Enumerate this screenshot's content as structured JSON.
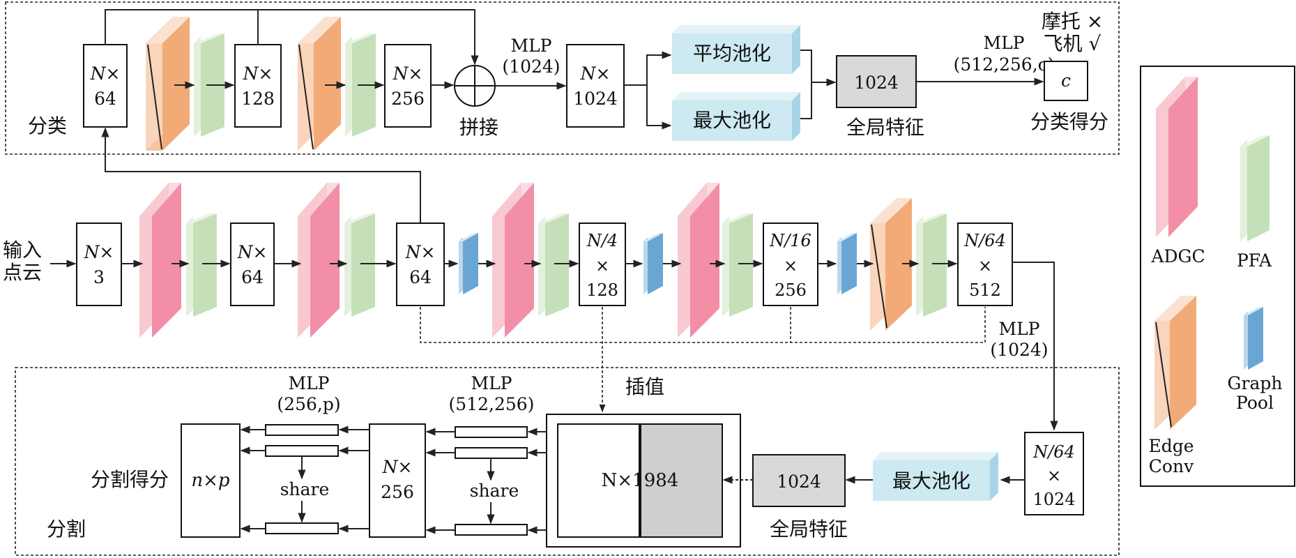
{
  "classification": {
    "section_label": "分类",
    "blocks": {
      "b1": [
        "N×",
        "64"
      ],
      "b2": [
        "N×",
        "128"
      ],
      "b3": [
        "N×",
        "256"
      ],
      "b4": [
        "N×",
        "1024"
      ],
      "c": "c"
    },
    "concat_label": "拼接",
    "mlp1": [
      "MLP",
      "(1024)"
    ],
    "mlp2": [
      "MLP",
      "(512,256,c)"
    ],
    "avg_pool": "平均池化",
    "max_pool": "最大池化",
    "global_value": "1024",
    "global_label": "全局特征",
    "score_label": "分类得分",
    "examples": [
      "摩托 ×",
      "飞机 √"
    ]
  },
  "backbone": {
    "input_label": [
      "输入",
      "点云"
    ],
    "blocks": {
      "n3": [
        "N×",
        "3"
      ],
      "n64a": [
        "N×",
        "64"
      ],
      "n64b": [
        "N×",
        "64"
      ],
      "n4": [
        "N/4",
        "×",
        "128"
      ],
      "n16": [
        "N/16",
        "×",
        "256"
      ],
      "n64c": [
        "N/64",
        "×",
        "512"
      ]
    },
    "mlp": [
      "MLP",
      "(1024)"
    ]
  },
  "segmentation": {
    "section_label": "分割",
    "interp_label": "插值",
    "mlp_a": [
      "MLP",
      "(512,256)"
    ],
    "mlp_b": [
      "MLP",
      "(256,p)"
    ],
    "share_label": "share",
    "concat_text": "N×1984",
    "mid_block": [
      "N×",
      "256"
    ],
    "out_block": "n×p",
    "score_label": "分割得分",
    "global_value": "1024",
    "global_label": "全局特征",
    "max_pool": "最大池化",
    "n64_block": [
      "N/64",
      "×",
      "1024"
    ]
  },
  "legend": {
    "adgc": "ADGC",
    "pfa": "PFA",
    "edgeconv": [
      "Edge",
      "Conv"
    ],
    "graphpool": [
      "Graph",
      "Pool"
    ]
  },
  "colors": {
    "adgc": "#f28fa6",
    "adgc_side": "#f9c9d2",
    "pfa": "#c5e0b8",
    "pfa_side": "#e3f0dc",
    "edgeconv": "#f2aa76",
    "edgeconv_side": "#f9d5bb",
    "graphpool": "#6aa6d4",
    "graphpool_side": "#bcd7ec",
    "pool_box": "#cde9f2",
    "global_box": "#d9d9d9",
    "concat_grey": "#cfcfcf"
  }
}
